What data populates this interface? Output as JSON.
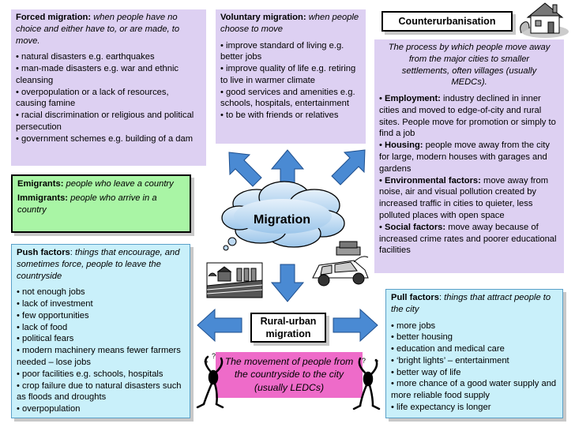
{
  "forced": {
    "title": "Forced migration:",
    "desc": "when people have no choice and either have to, or are made, to move.",
    "items": [
      "natural disasters e.g. earthquakes",
      "man-made disasters e.g. war and ethnic cleansing",
      "overpopulation or a lack of resources, causing famine",
      "racial discrimination or religious and political persecution",
      "government schemes e.g. building of a dam"
    ]
  },
  "voluntary": {
    "title": "Voluntary migration:",
    "desc": "when people choose to move",
    "items": [
      "improve standard of living e.g. better jobs",
      "improve quality of life e.g. retiring to live in warmer climate",
      "good services and amenities e.g. schools, hospitals, entertainment",
      "to be with friends or relatives"
    ]
  },
  "counter": {
    "title": "Counterurbanisation",
    "desc": "The process by which people move away from the major cities to smaller settlements, often villages (usually MEDCs).",
    "factors": [
      {
        "label": "Employment:",
        "text": "industry declined in inner cities and moved to edge-of-city and rural sites.  People move for promotion or simply to find a job"
      },
      {
        "label": "Housing:",
        "text": "people move away from the city for large, modern houses with garages and gardens"
      },
      {
        "label": "Environmental factors:",
        "text": "move away from noise, air and visual pollution created by increased traffic in cities to quieter, less polluted places with open space"
      },
      {
        "label": "Social factors:",
        "text": "move away because of increased crime rates and poorer educational facilities"
      }
    ]
  },
  "emigrants": {
    "label": "Emigrants:",
    "text": "people who leave a country"
  },
  "immigrants": {
    "label": "Immigrants:",
    "text": "people who arrive in a country"
  },
  "center": {
    "label": "Migration"
  },
  "push": {
    "title": "Push factors",
    "desc": "things that encourage, and sometimes force, people to leave the countryside",
    "items": [
      "not enough jobs",
      "lack of investment",
      "few opportunities",
      "lack of food",
      "political fears",
      "modern machinery means fewer farmers needed – lose jobs",
      "poor facilities e.g. schools, hospitals",
      "crop failure due to natural disasters such as floods and droughts",
      "overpopulation"
    ]
  },
  "pull": {
    "title": "Pull factors",
    "desc": "things that attract people to the city",
    "items": [
      "more jobs",
      "better housing",
      "education and medical care",
      "‘bright lights’ – entertainment",
      "better way of life",
      "more chance of a good water supply and more reliable food supply",
      "life expectancy is longer"
    ]
  },
  "rural": {
    "title": "Rural-urban migration",
    "desc": "The movement of people from the countryside to the city (usually LEDCs)"
  },
  "colors": {
    "purple": "#ddd0f2",
    "green": "#a9f5a5",
    "lightblue": "#c9f0fa",
    "pink": "#ee6bc9",
    "arrow": "#4a8ad3",
    "cloud": "#bcd8f2"
  },
  "icons": [
    "house-icon",
    "farm-icon",
    "car-icon",
    "stick-figure-icon"
  ]
}
